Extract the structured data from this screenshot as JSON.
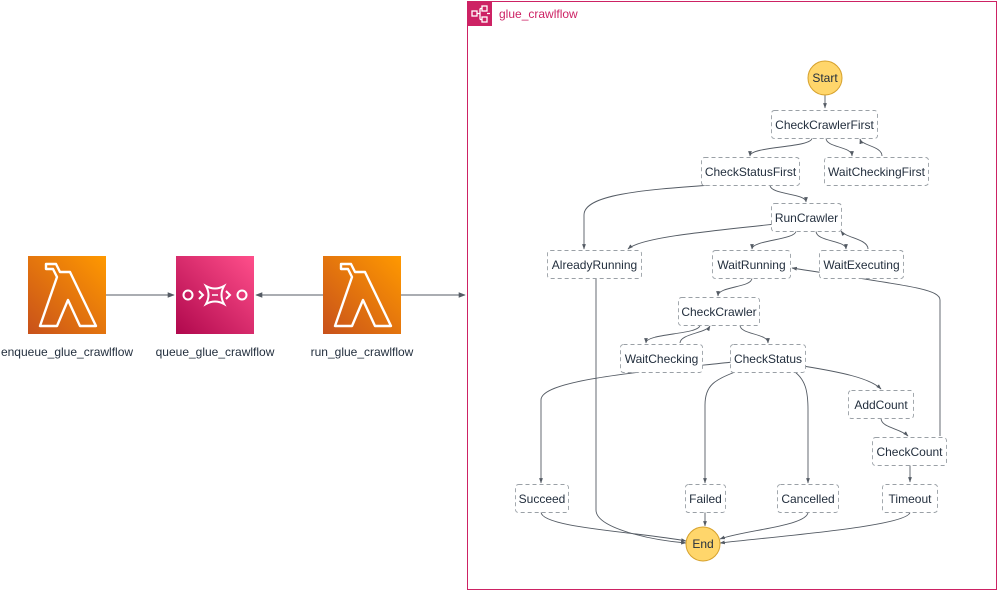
{
  "resources": {
    "enqueue": {
      "label": "enqueue_glue_crawlflow",
      "icon": "lambda-icon"
    },
    "queue": {
      "label": "queue_glue_crawlflow",
      "icon": "sqs-icon"
    },
    "run": {
      "label": "run_glue_crawlflow",
      "icon": "lambda-icon"
    }
  },
  "state_machine": {
    "title": "glue_crawlflow",
    "icon": "step-functions-icon",
    "start": "Start",
    "end": "End",
    "states": {
      "check_crawler_first": "CheckCrawlerFirst",
      "check_status_first": "CheckStatusFirst",
      "wait_checking_first": "WaitCheckingFirst",
      "run_crawler": "RunCrawler",
      "already_running": "AlreadyRunning",
      "wait_running": "WaitRunning",
      "wait_executing": "WaitExecuting",
      "check_crawler": "CheckCrawler",
      "wait_checking": "WaitChecking",
      "check_status": "CheckStatus",
      "add_count": "AddCount",
      "check_count": "CheckCount",
      "succeed": "Succeed",
      "failed": "Failed",
      "cancelled": "Cancelled",
      "timeout": "Timeout"
    }
  },
  "colors": {
    "lambda_orange": "#ed7100",
    "sqs_pink": "#e7157b",
    "group_border": "#cd2264",
    "terminal_fill": "#ffd66b",
    "edge": "#545b64"
  }
}
